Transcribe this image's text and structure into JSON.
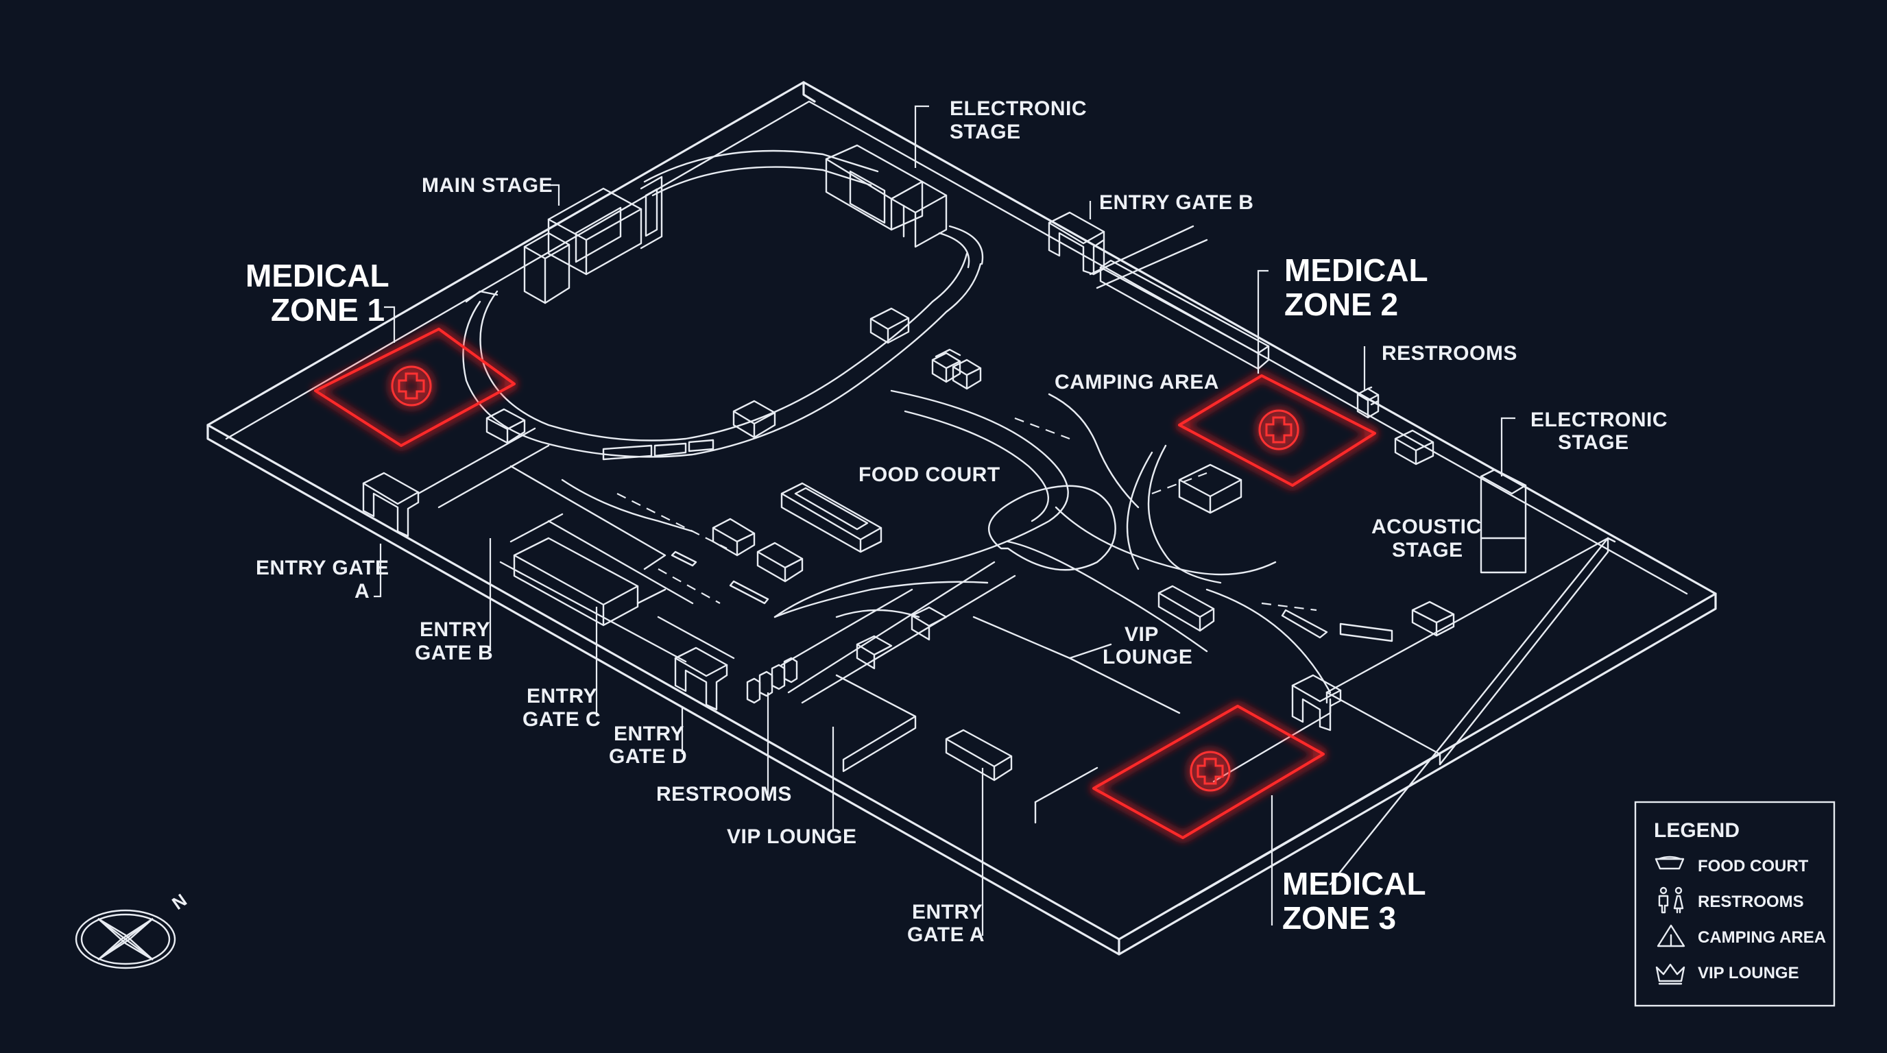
{
  "map": {
    "medical_zones": [
      {
        "id": "zone1",
        "line1": "MEDICAL",
        "line2": "ZONE 1",
        "icon": "medical-cross-icon"
      },
      {
        "id": "zone2",
        "line1": "MEDICAL",
        "line2": "ZONE 2",
        "icon": "medical-cross-icon"
      },
      {
        "id": "zone3",
        "line1": "MEDICAL",
        "line2": "ZONE 3",
        "icon": "medical-cross-icon"
      }
    ],
    "labels": {
      "main_stage": "MAIN STAGE",
      "electronic_stage_top_1": "ELECTRONIC",
      "electronic_stage_top_2": "STAGE",
      "entry_gate_b_top": "ENTRY GATE B",
      "restrooms_right": "RESTROOMS",
      "camping_area": "CAMPING AREA",
      "electronic_stage_right_1": "ELECTRONIC",
      "electronic_stage_right_2": "STAGE",
      "acoustic_stage_1": "ACOUSTIC",
      "acoustic_stage_2": "STAGE",
      "food_court": "FOOD COURT",
      "vip_lounge_center_1": "VIP",
      "vip_lounge_center_2": "LOUNGE",
      "entry_gate_a_left_1": "ENTRY GATE",
      "entry_gate_a_left_2": "A",
      "entry_gate_b_left_1": "ENTRY",
      "entry_gate_b_left_2": "GATE B",
      "entry_gate_c_1": "ENTRY",
      "entry_gate_c_2": "GATE C",
      "entry_gate_d_1": "ENTRY",
      "entry_gate_d_2": "GATE D",
      "restrooms_bottom": "RESTROOMS",
      "vip_lounge_bottom": "VIP LOUNGE",
      "entry_gate_a_bottom_1": "ENTRY",
      "entry_gate_a_bottom_2": "GATE A"
    },
    "compass": {
      "direction": "N",
      "icon": "compass-rose-icon"
    }
  },
  "legend": {
    "title": "LEGEND",
    "items": [
      {
        "label": "FOOD COURT",
        "icon": "food-tray-icon"
      },
      {
        "label": "RESTROOMS",
        "icon": "restroom-people-icon"
      },
      {
        "label": "CAMPING AREA",
        "icon": "tent-icon"
      },
      {
        "label": "VIP LOUNGE",
        "icon": "crown-icon"
      }
    ]
  },
  "colors": {
    "background": "#0d1422",
    "line": "#e8ecf2",
    "medical_accent": "#ff2a2a"
  }
}
